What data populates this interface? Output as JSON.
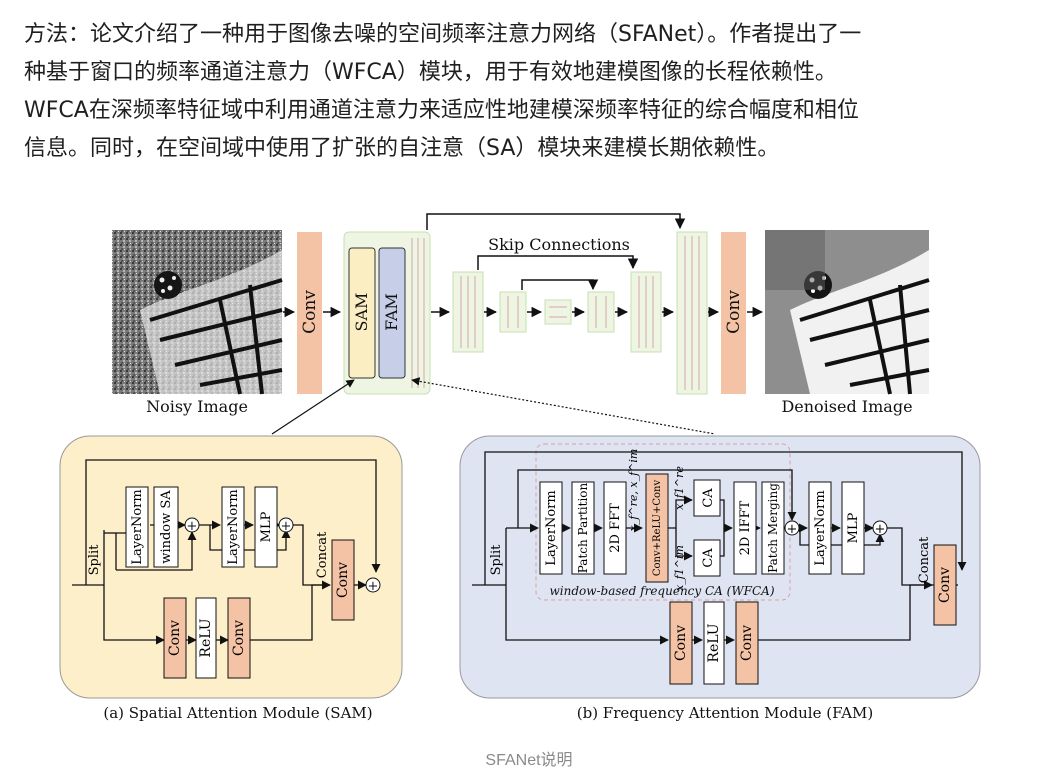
{
  "article": {
    "lines": [
      "方法：论文介绍了一种用于图像去噪的空间频率注意力网络（SFANet）。作者提出了一",
      "种基于窗口的频率通道注意力（WFCA）模块，用于有效地建模图像的长程依赖性。",
      "WFCA在深频率特征域中利用通道注意力来适应性地建模深频率特征的综合幅度和相位",
      "信息。同时，在空间域中使用了扩张的自注意（SA）模块来建模长期依赖性。"
    ]
  },
  "figure": {
    "top": {
      "noisy_label": "Noisy Image",
      "denoised_label": "Denoised Image",
      "skip_label": "Skip Connections",
      "conv": "Conv",
      "sam": "SAM",
      "fam": "FAM"
    },
    "sam_module": {
      "caption": "(a) Spatial Attention Module (SAM)",
      "split": "Split",
      "layernorm": "LayerNorm",
      "window_sa": "window SA",
      "mlp": "MLP",
      "concat": "Concat",
      "conv": "Conv",
      "relu": "ReLU"
    },
    "fam_module": {
      "caption": "(b) Frequency Attention Module (FAM)",
      "split": "Split",
      "layernorm": "LayerNorm",
      "patch_partition": "Patch Partition",
      "fft": "2D FFT",
      "conv_relu_conv": "Conv+ReLU+Conv",
      "ca": "CA",
      "ifft": "2D IFFT",
      "patch_merging": "Patch Merging",
      "mlp": "MLP",
      "concat": "Concat",
      "conv": "Conv",
      "relu": "ReLU",
      "wfca_label": "window-based frequency CA (WFCA)",
      "math_top": "x_f^re, x_f^im",
      "math_re": "x_f1^re",
      "math_im": "x_f1^im"
    }
  },
  "caption": "SFANet说明",
  "colors": {
    "conv_fill": "#f4c2a4",
    "sam_fill": "#fbeec2",
    "fam_fill": "#c7cfe8",
    "sam_bg": "#fcefc9",
    "fam_bg": "#dfe4f3"
  }
}
